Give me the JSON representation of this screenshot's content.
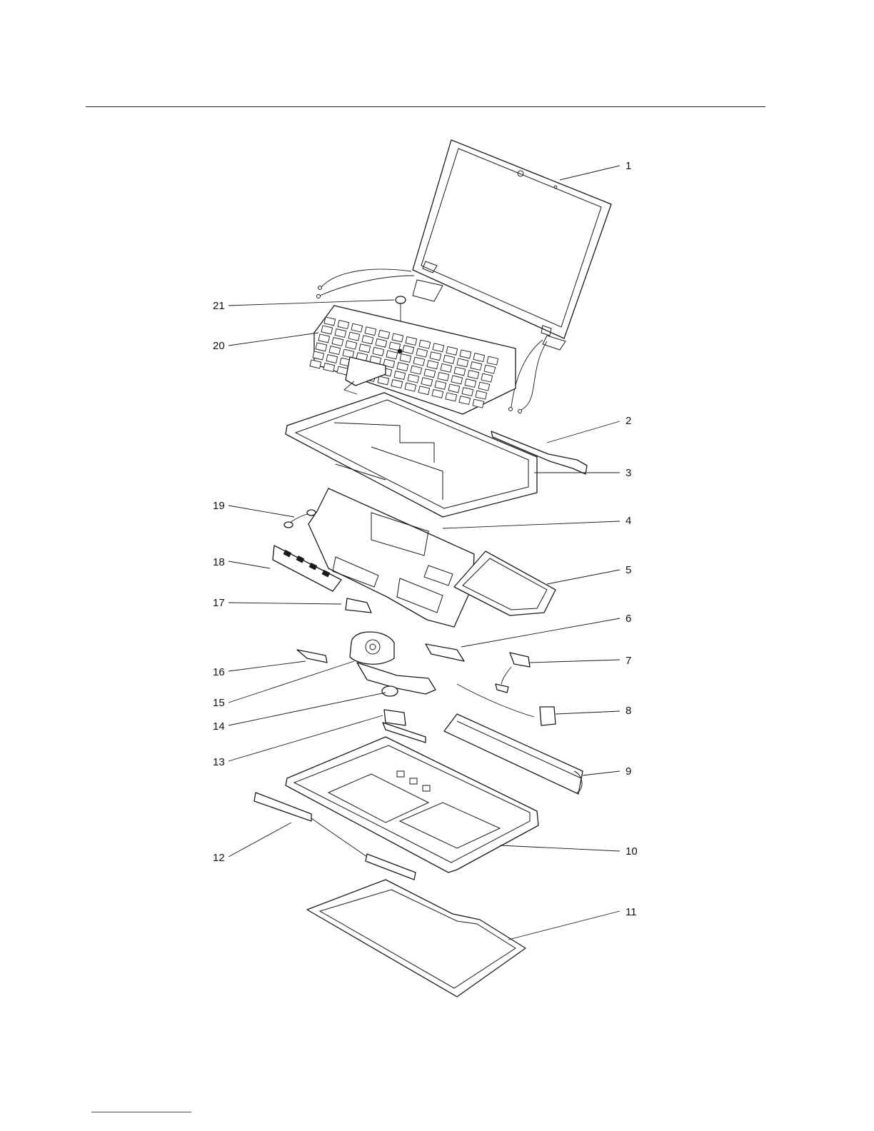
{
  "callouts": [
    {
      "id": "c1",
      "label": "1"
    },
    {
      "id": "c2",
      "label": "2"
    },
    {
      "id": "c3",
      "label": "3"
    },
    {
      "id": "c4",
      "label": "4"
    },
    {
      "id": "c5",
      "label": "5"
    },
    {
      "id": "c6",
      "label": "6"
    },
    {
      "id": "c7",
      "label": "7"
    },
    {
      "id": "c8",
      "label": "8"
    },
    {
      "id": "c9",
      "label": "9"
    },
    {
      "id": "c10",
      "label": "10"
    },
    {
      "id": "c11",
      "label": "11"
    },
    {
      "id": "c12",
      "label": "12"
    },
    {
      "id": "c13",
      "label": "13"
    },
    {
      "id": "c14",
      "label": "14"
    },
    {
      "id": "c15",
      "label": "15"
    },
    {
      "id": "c16",
      "label": "16"
    },
    {
      "id": "c17",
      "label": "17"
    },
    {
      "id": "c18",
      "label": "18"
    },
    {
      "id": "c19",
      "label": "19"
    },
    {
      "id": "c20",
      "label": "20"
    },
    {
      "id": "c21",
      "label": "21"
    }
  ],
  "colors": {
    "line": "#1a1a1a",
    "background": "#ffffff",
    "footer_rule": "#2a4fb0"
  }
}
